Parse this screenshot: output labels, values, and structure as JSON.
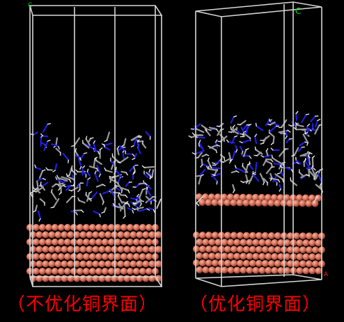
{
  "captions": {
    "left": "（不优化铜界面）",
    "right": "（优化铜界面）"
  },
  "axis_marks": {
    "left_top": "C",
    "right_top": "C",
    "right_bottom": "A"
  },
  "colors": {
    "background": "#000000",
    "cell_frame": "#d8d8d8",
    "copper": "#d87058",
    "copper_highlight": "#f4b3a2",
    "nitrogen": "#2020e0",
    "carbon": "#9a9a9a",
    "hydrogen": "#f2f2f2",
    "caption": "#ff0000",
    "axis_c": "#00e000",
    "axis_a": "#ff2020"
  },
  "icons": [
    "simulation-cell-frame",
    "copper-slab",
    "ionic-liquid-molecules"
  ]
}
